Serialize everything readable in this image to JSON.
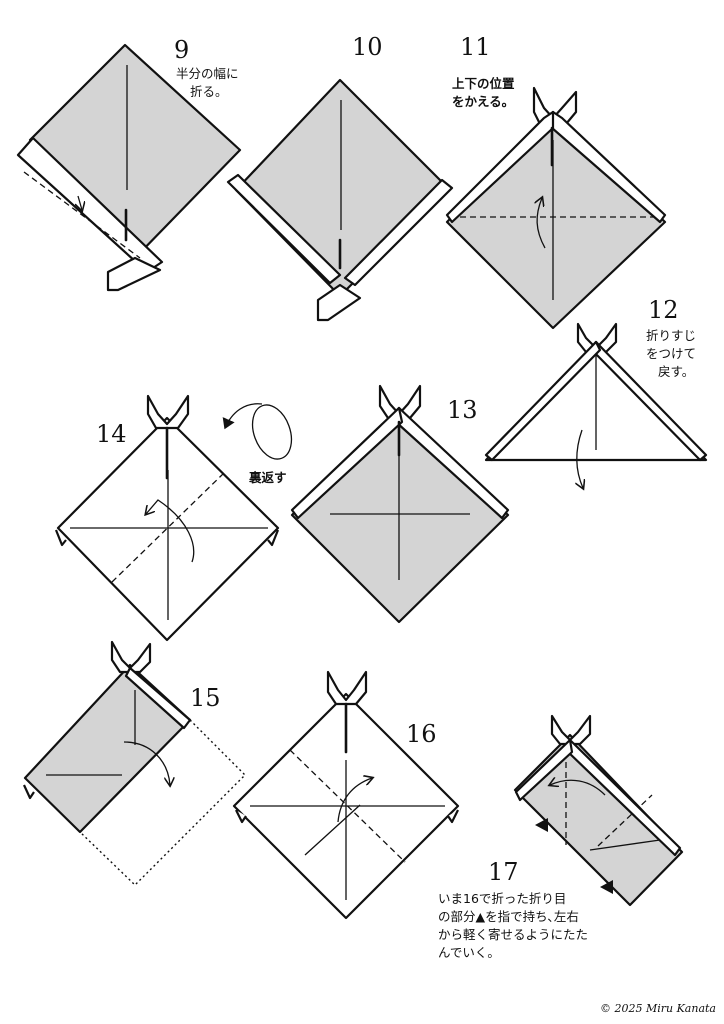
{
  "steps": [
    {
      "number": "9",
      "notes": [
        "半分の幅に",
        "折る。"
      ]
    },
    {
      "number": "10",
      "notes": []
    },
    {
      "number": "11",
      "notes": [
        "上下の位置",
        "をかえる。"
      ]
    },
    {
      "number": "12",
      "notes": [
        "折りすじ",
        "をつけて",
        "戻す。"
      ]
    },
    {
      "number": "13",
      "notes": []
    },
    {
      "number": "14",
      "notes": []
    },
    {
      "number": "15",
      "notes": []
    },
    {
      "number": "16",
      "notes": []
    },
    {
      "number": "17",
      "notes": [
        "いま16で折った折り目",
        "の部分▲を指で持ち､左右",
        "から軽く寄せるようにたた",
        "んでいく。"
      ]
    }
  ],
  "flip_label": "裏返す",
  "copyright": "© 2025 Miru Kanata",
  "colors": {
    "paper": "#d4d4d4",
    "line": "#111111",
    "background": "#ffffff"
  }
}
